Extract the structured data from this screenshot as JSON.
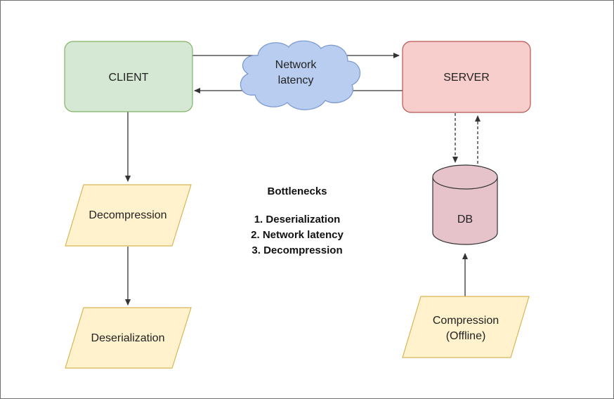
{
  "diagram": {
    "nodes": {
      "client": "CLIENT",
      "server": "SERVER",
      "cloud_line1": "Network",
      "cloud_line2": "latency",
      "db": "DB",
      "decompression": "Decompression",
      "deserialization": "Deserialization",
      "compression_line1": "Compression",
      "compression_line2": "(Offline)"
    },
    "notes": {
      "title": "Bottlenecks",
      "items": [
        "1. Deserialization",
        "2. Network latency",
        "3. Decompression"
      ]
    }
  },
  "colors": {
    "client_fill": "#d5e8d4",
    "client_stroke": "#82b366",
    "server_fill": "#f8cecc",
    "server_stroke": "#b85450",
    "process_fill": "#fff2cc",
    "process_stroke": "#d6b656",
    "db_fill": "#e6c2cb",
    "db_stroke": "#333333",
    "cloud_fill": "#b8cdf0",
    "cloud_stroke": "#7e9bd1",
    "edge": "#333333"
  }
}
